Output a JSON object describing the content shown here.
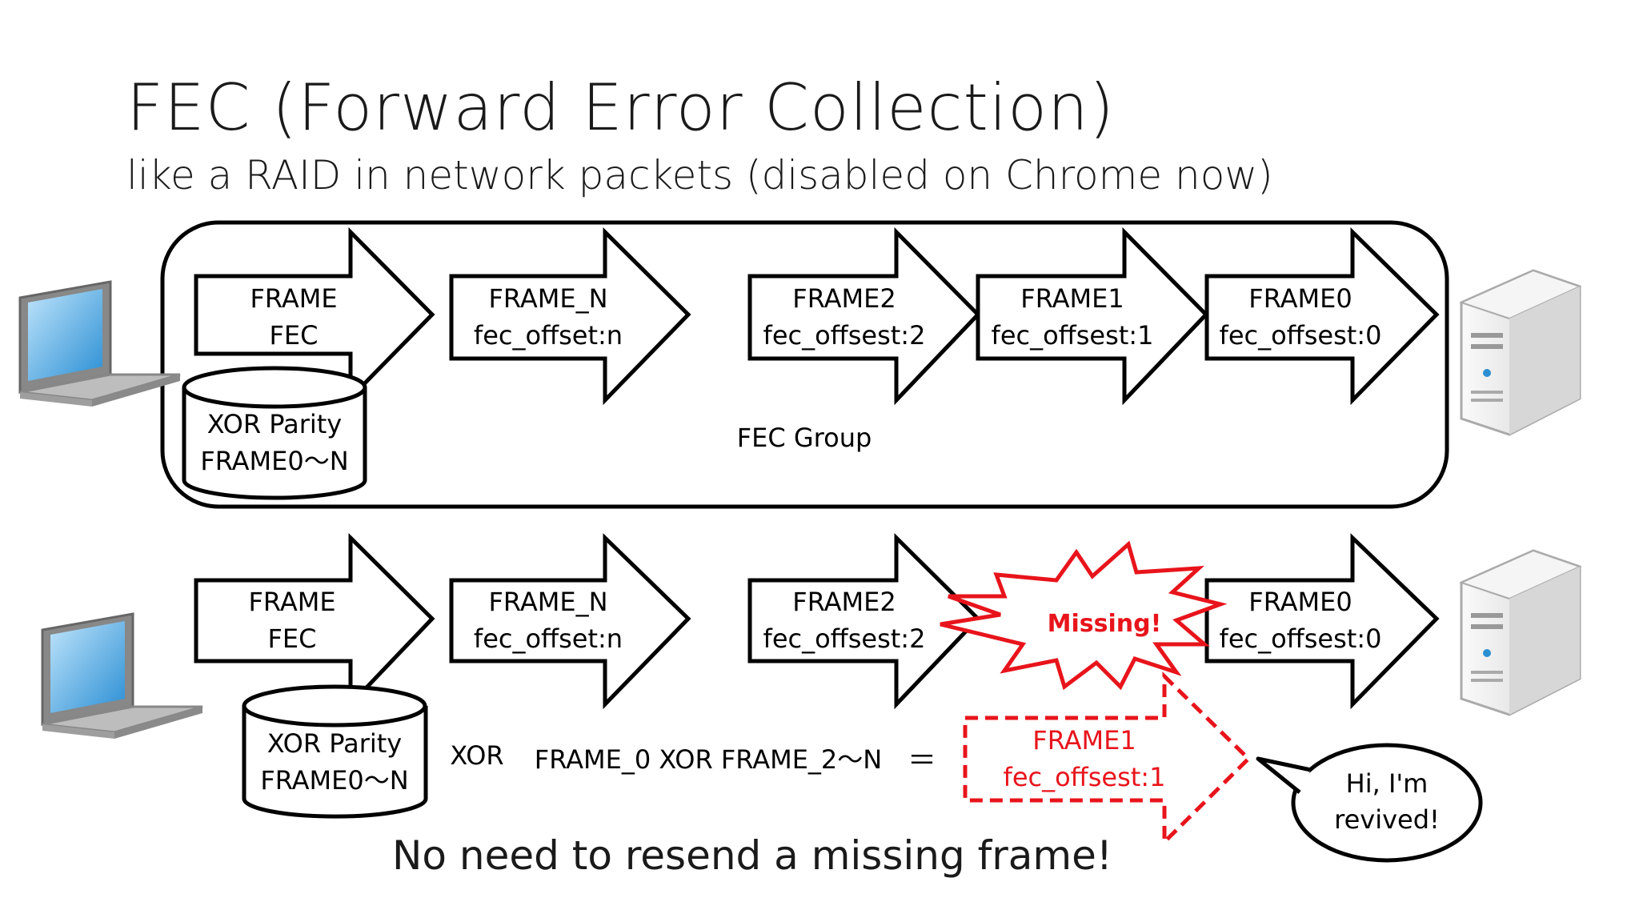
{
  "slide": {
    "title": "FEC (Forward Error Collection)",
    "subtitle": "like a RAID in network packets (disabled on Chrome now)",
    "footer": "No need to resend a missing frame!"
  },
  "top_row": {
    "group_label": "FEC Group",
    "fec_frame": {
      "line1": "FRAME",
      "line2": "FEC"
    },
    "parity": {
      "line1": "XOR Parity",
      "line2": "FRAME0～N"
    },
    "frames": [
      {
        "line1": "FRAME_N",
        "line2": "fec_offset:n"
      },
      {
        "line1": "FRAME2",
        "line2": "fec_offsest:2"
      },
      {
        "line1": "FRAME1",
        "line2": "fec_offsest:1"
      },
      {
        "line1": "FRAME0",
        "line2": "fec_offsest:0"
      }
    ]
  },
  "bottom_row": {
    "fec_frame": {
      "line1": "FRAME",
      "line2": "FEC"
    },
    "parity": {
      "line1": "XOR Parity",
      "line2": "FRAME0～N"
    },
    "frames": [
      {
        "line1": "FRAME_N",
        "line2": "fec_offset:n"
      },
      {
        "line1": "FRAME2",
        "line2": "fec_offsest:2"
      },
      {
        "line1": "FRAME0",
        "line2": "fec_offsest:0"
      }
    ],
    "missing_label": "Missing!",
    "xor_label": "XOR",
    "equation": "FRAME_0 XOR FRAME_2～N",
    "equals": "＝",
    "recovered": {
      "line1": "FRAME1",
      "line2": "fec_offsest:1"
    },
    "speech": {
      "line1": "Hi, I'm",
      "line2": "revived!"
    }
  },
  "colors": {
    "missing": "#e8141b",
    "outline": "#000000",
    "screen": "#3aa0e0",
    "server": "#e6e6e6"
  },
  "icons": {
    "client": "laptop-icon",
    "server": "server-tower-icon"
  }
}
